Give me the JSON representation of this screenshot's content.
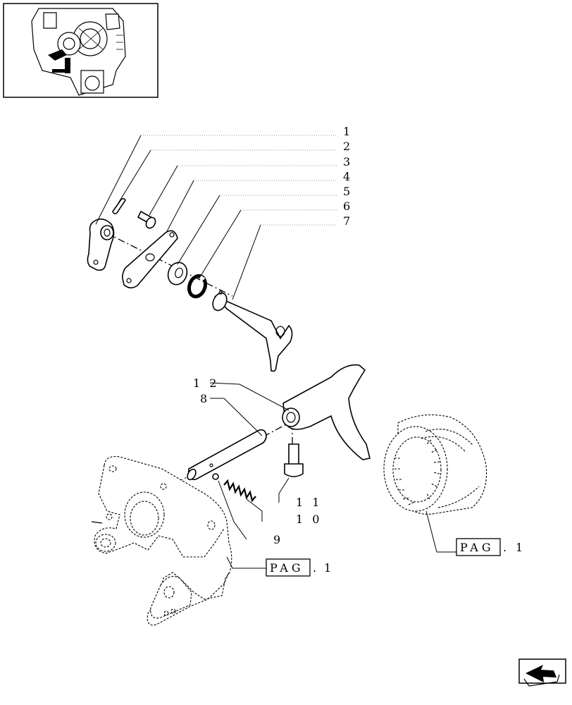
{
  "diagram": {
    "callouts": [
      {
        "id": "1",
        "label": "1"
      },
      {
        "id": "2",
        "label": "2"
      },
      {
        "id": "3",
        "label": "3"
      },
      {
        "id": "4",
        "label": "4"
      },
      {
        "id": "5",
        "label": "5"
      },
      {
        "id": "6",
        "label": "6"
      },
      {
        "id": "7",
        "label": "7"
      },
      {
        "id": "8",
        "label": "8"
      },
      {
        "id": "9",
        "label": "9"
      },
      {
        "id": "10",
        "label": "1 0"
      },
      {
        "id": "11",
        "label": "1 1"
      },
      {
        "id": "12",
        "label": "1 2"
      }
    ],
    "page_refs": [
      {
        "id": "housing-ref",
        "word": "PAG",
        "number": "1"
      },
      {
        "id": "sleeve-ref",
        "word": "PAG",
        "number": "1"
      }
    ],
    "icons": {
      "thumbnail": "gearbox-location-thumbnail",
      "navigation": "next-page-arrow-icon"
    }
  }
}
